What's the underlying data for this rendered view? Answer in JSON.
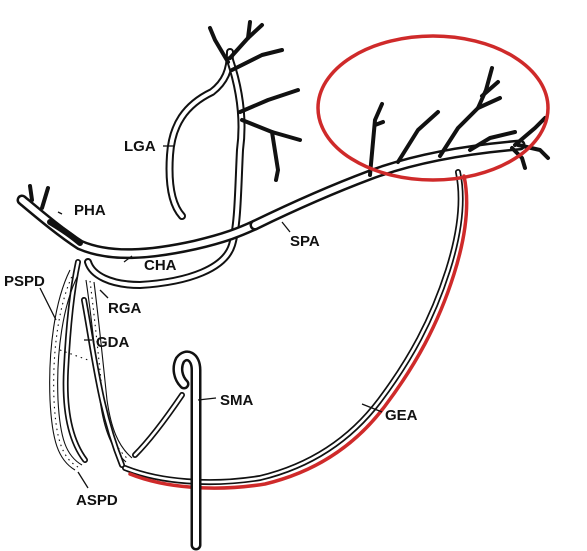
{
  "labels": {
    "lga": "LGA",
    "pha": "PHA",
    "cha": "CHA",
    "spa": "SPA",
    "pspd": "PSPD",
    "rga": "RGA",
    "gda": "GDA",
    "sma": "SMA",
    "gea": "GEA",
    "aspd": "ASPD"
  },
  "colors": {
    "highlight": "#cf2a2a",
    "vessel": "#111111"
  }
}
